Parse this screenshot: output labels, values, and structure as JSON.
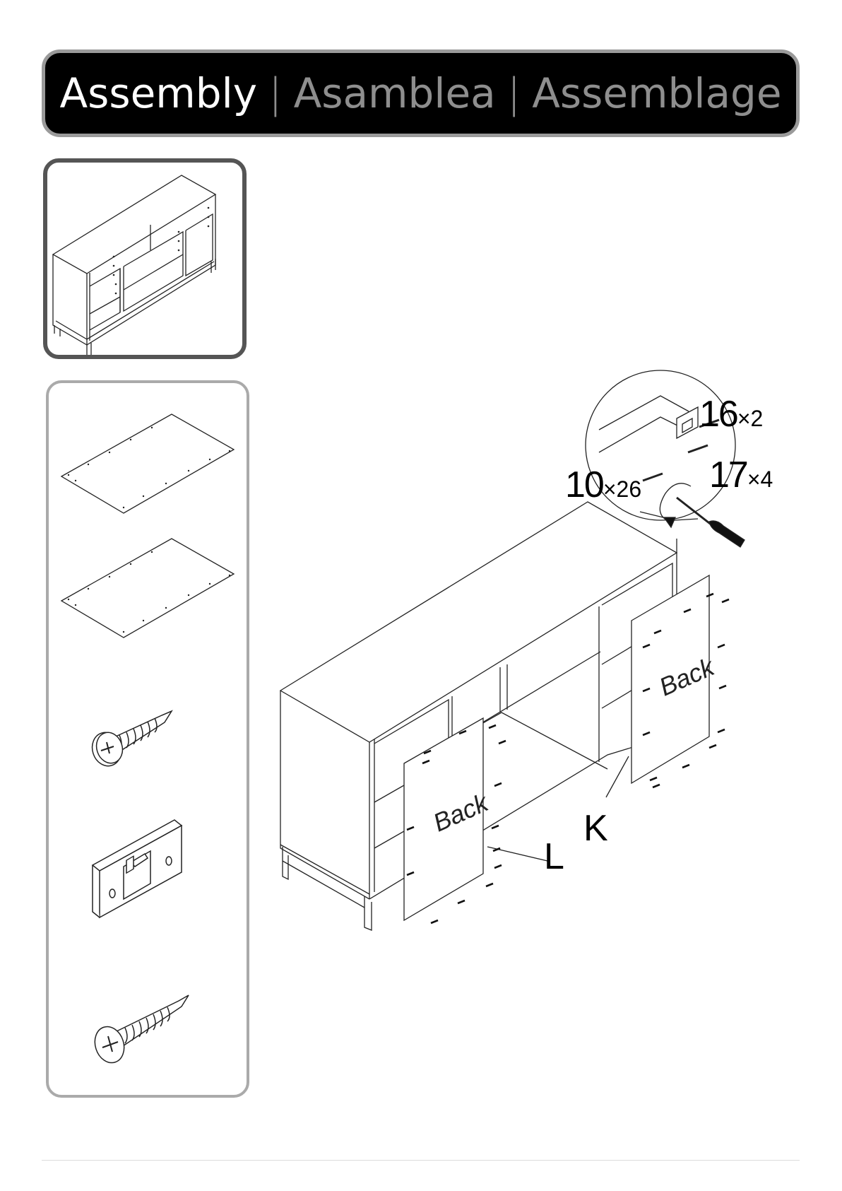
{
  "header": {
    "title_en": "Assembly",
    "title_es": "Asamblea",
    "title_fr": "Assemblage",
    "separator": "|"
  },
  "diagram": {
    "panel_back_label": "Back",
    "panel_l_letter": "L",
    "panel_k_letter": "K",
    "callouts": [
      {
        "part": "16",
        "qty": "×2"
      },
      {
        "part": "17",
        "qty": "×4"
      },
      {
        "part": "10",
        "qty": "×26"
      }
    ]
  },
  "colors": {
    "banner_bg": "#000000",
    "banner_primary_text": "#ffffff",
    "banner_secondary_text": "#8e8e8e",
    "thumb_border": "#555555",
    "parts_border": "#aaaaaa"
  }
}
